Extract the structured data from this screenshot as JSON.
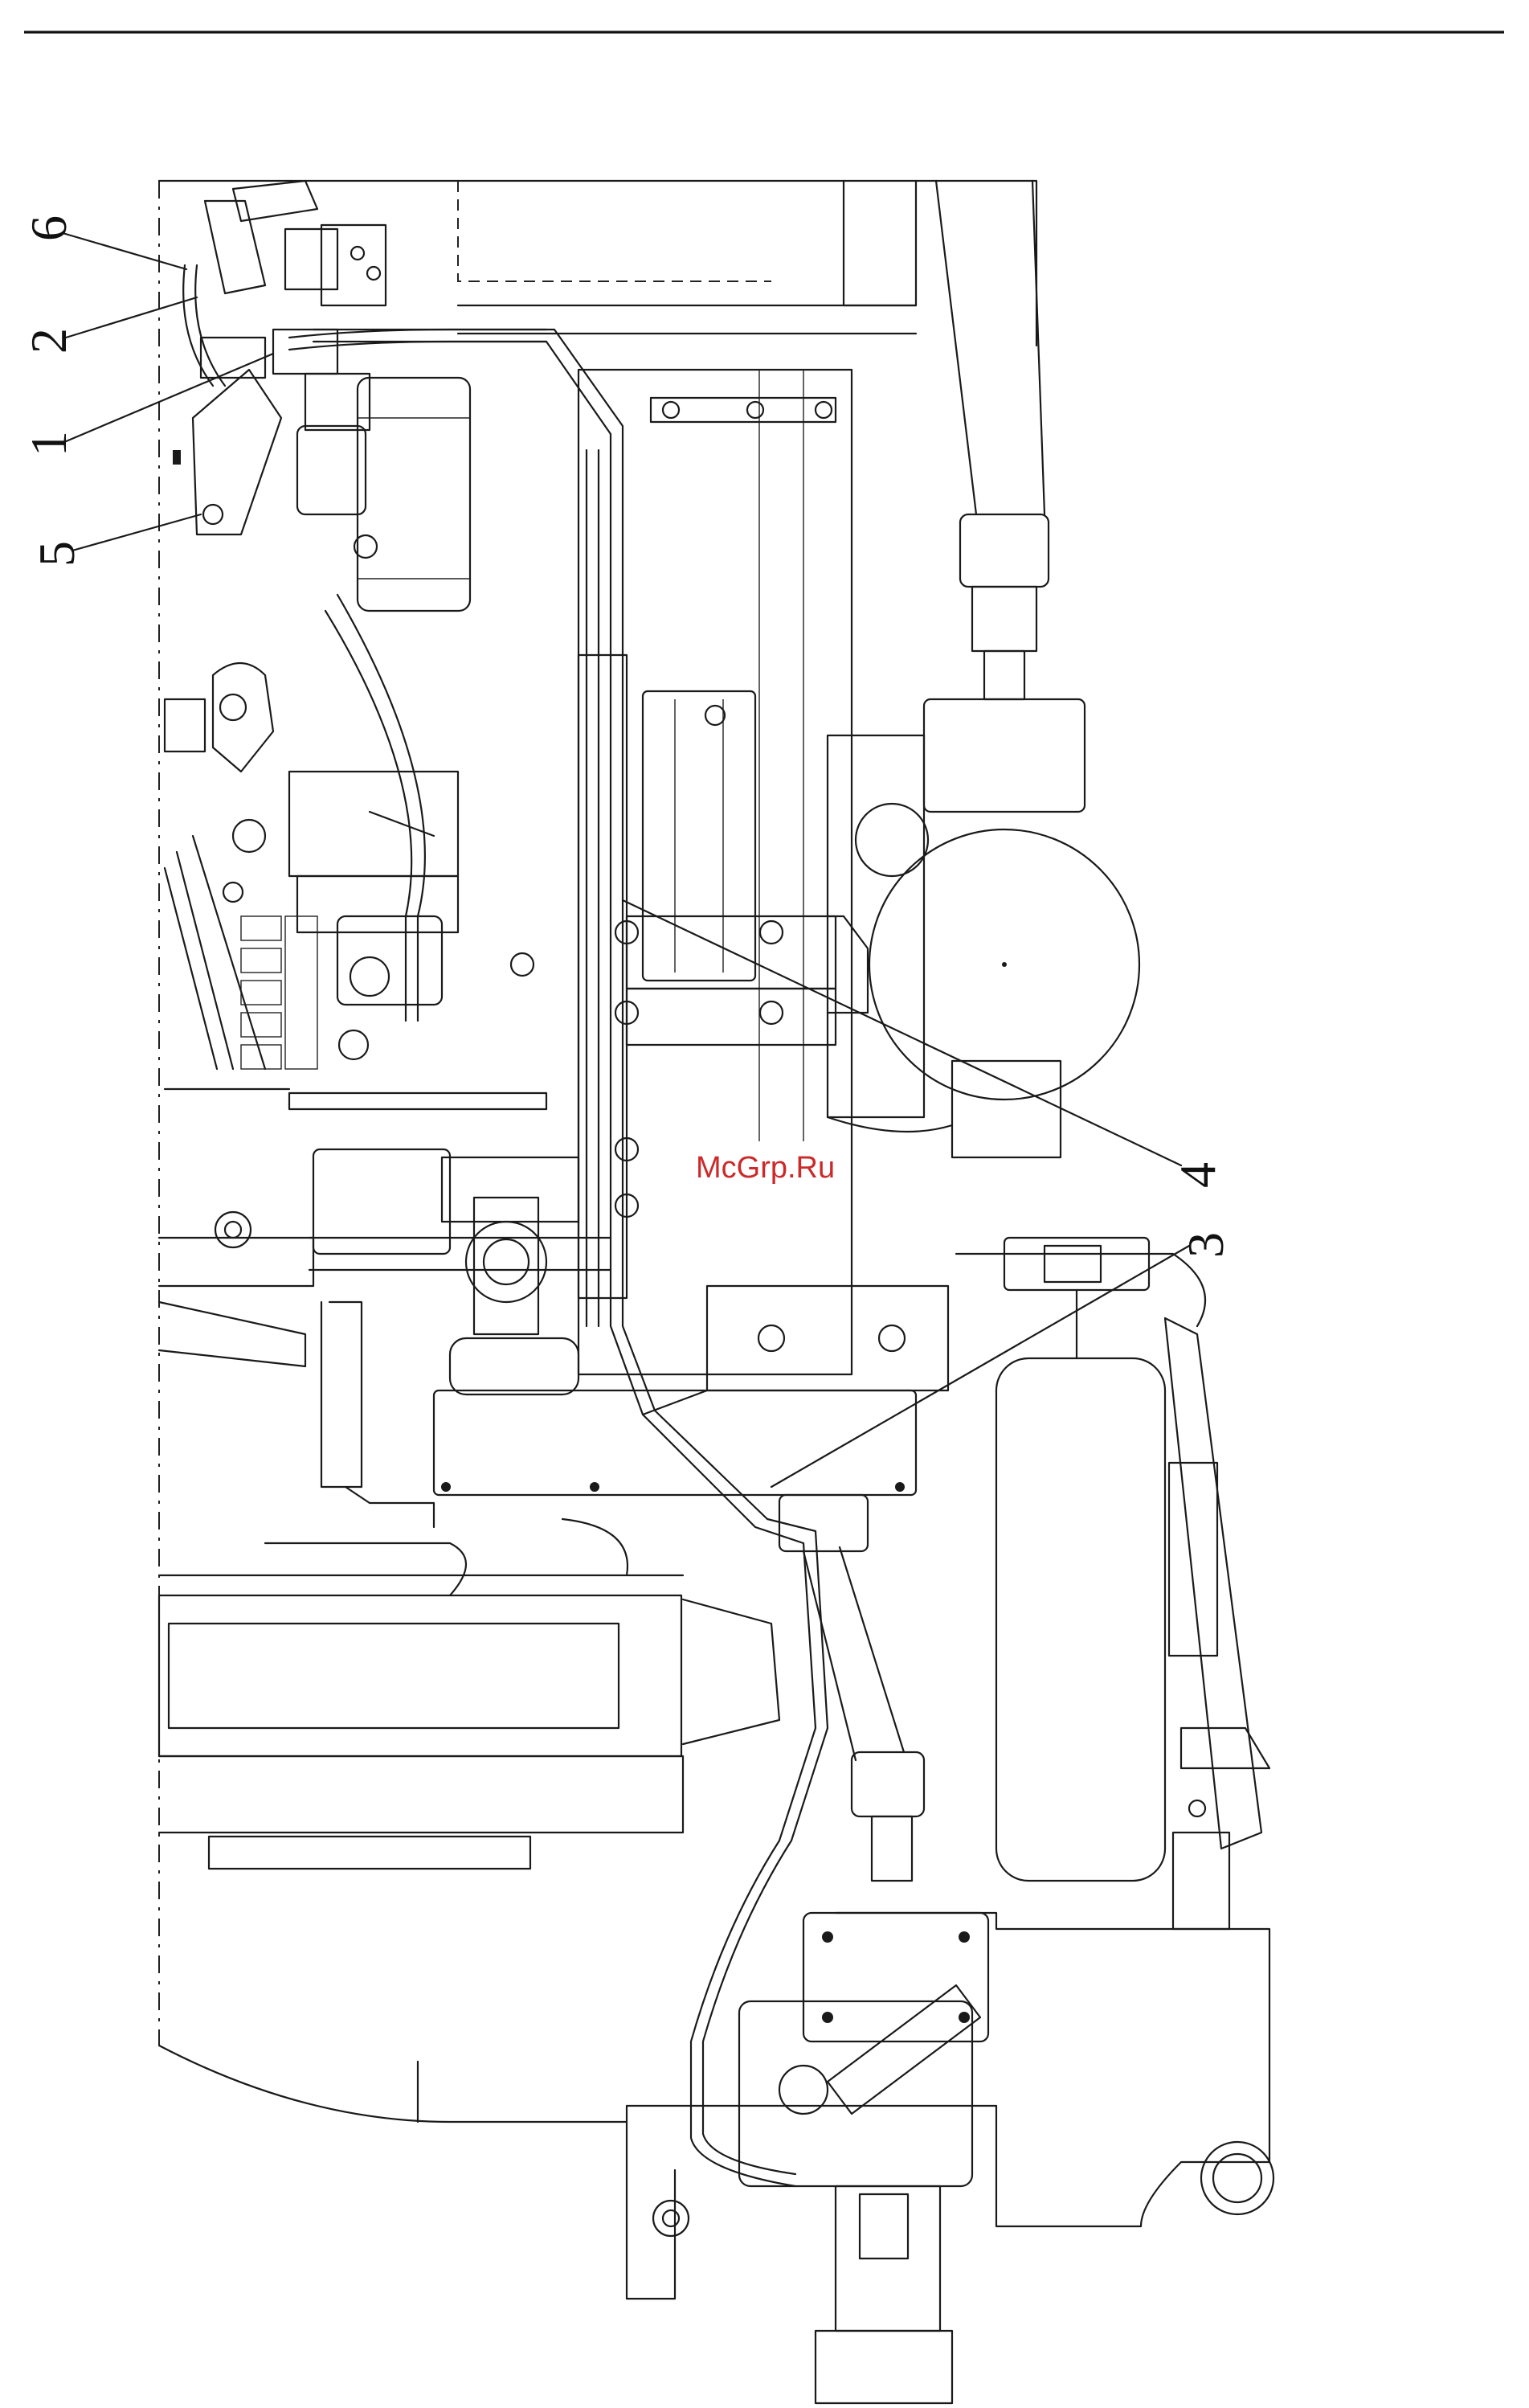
{
  "drawing": {
    "watermark": "McGrp.Ru",
    "callouts": [
      {
        "id": "6",
        "label": "6"
      },
      {
        "id": "2",
        "label": "2"
      },
      {
        "id": "1",
        "label": "1"
      },
      {
        "id": "5",
        "label": "5"
      },
      {
        "id": "4",
        "label": "4"
      },
      {
        "id": "3",
        "label": "3"
      }
    ]
  }
}
